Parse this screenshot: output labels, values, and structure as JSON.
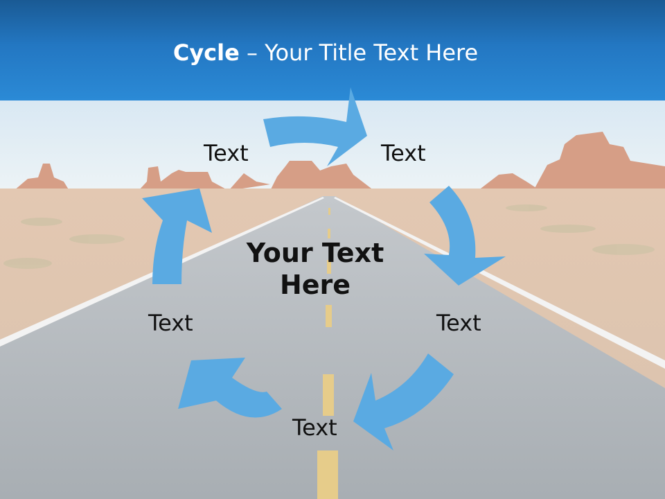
{
  "slide": {
    "title_bold": "Cycle",
    "title_rest": " – Your Title Text Here",
    "center_line1": "Your Text",
    "center_line2": "Here",
    "nodes": [
      {
        "label": "Text"
      },
      {
        "label": "Text"
      },
      {
        "label": "Text"
      },
      {
        "label": "Text"
      },
      {
        "label": "Text"
      }
    ]
  },
  "colors": {
    "header": "#2377c2",
    "arrow": "#5aaae2",
    "sky": "#dcebf5",
    "road": "#a9b0b6",
    "desert": "#d8b8a0"
  },
  "icons": [
    "cycle-arrow-icon"
  ]
}
